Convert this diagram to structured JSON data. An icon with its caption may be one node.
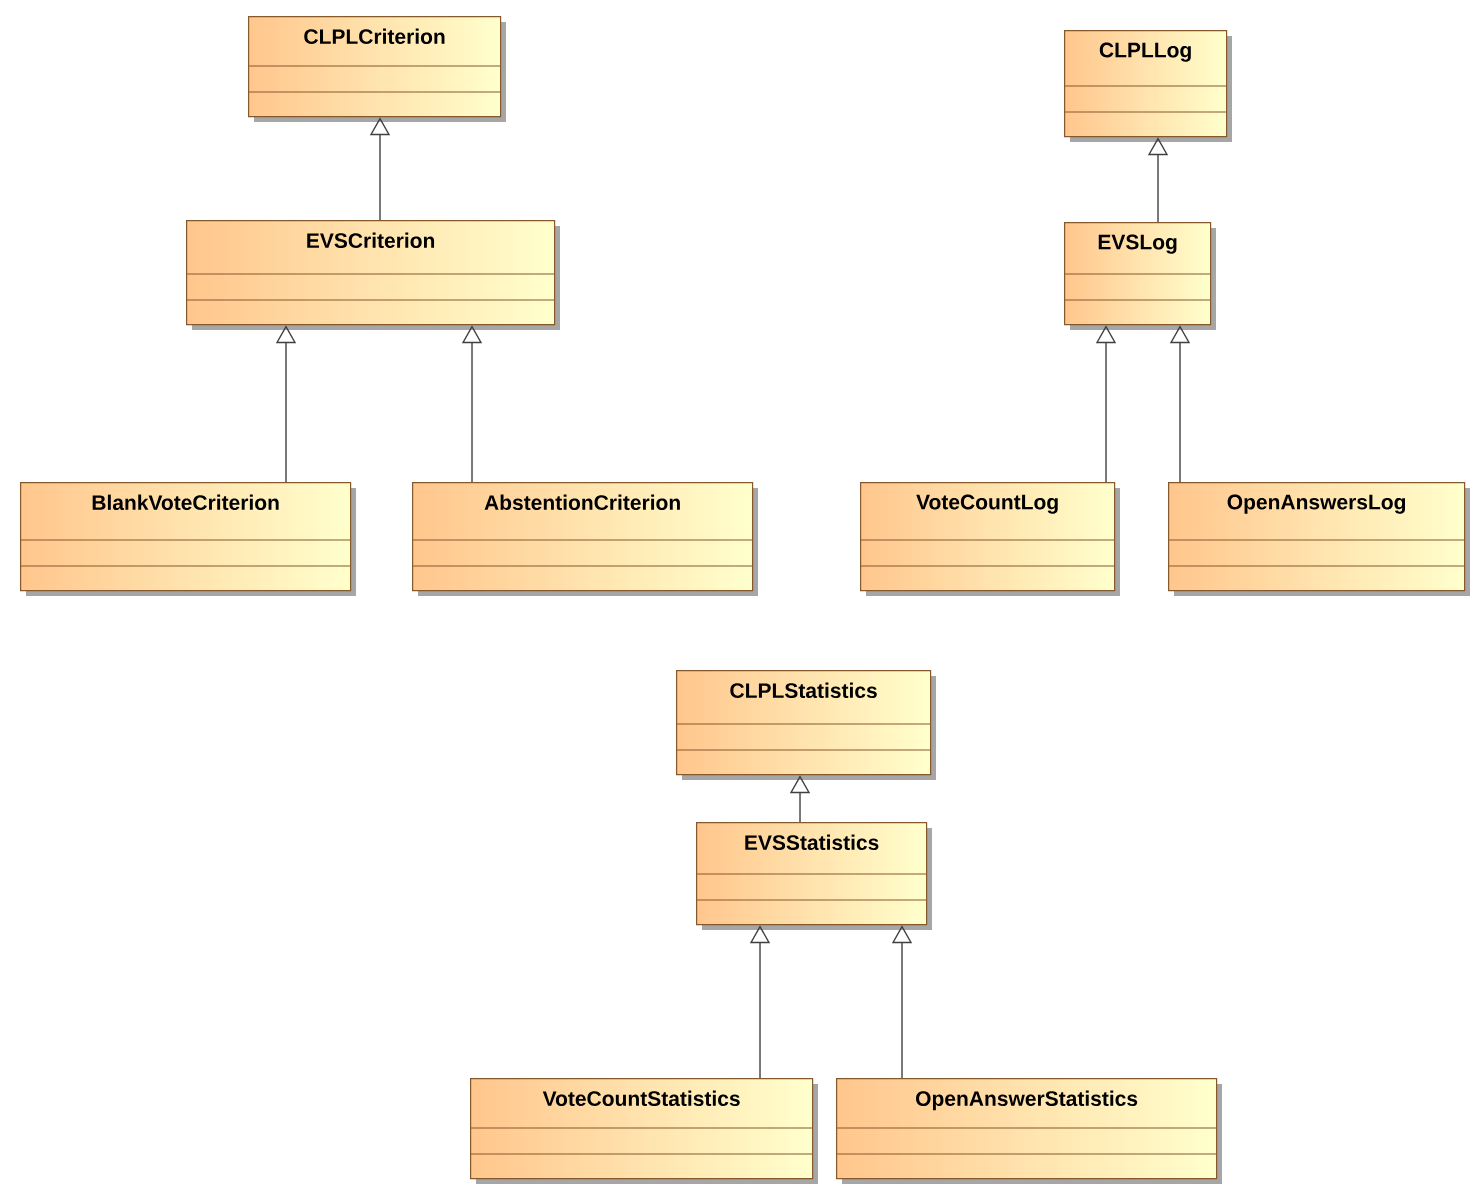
{
  "diagram": {
    "nodes": [
      {
        "text": [
          "CLPLCriterion"
        ]
      },
      {
        "text": [
          "EVSCriterion"
        ]
      },
      {
        "text": [
          "BlankVoteCriterion"
        ]
      },
      {
        "text": [
          "AbstentionCriterion"
        ]
      },
      {
        "text": [
          "CLPLLog"
        ]
      },
      {
        "text": [
          "EVSLog"
        ]
      },
      {
        "text": [
          "VoteCountLog"
        ]
      },
      {
        "text": [
          "OpenAnswersLog"
        ]
      },
      {
        "text": [
          "CLPLStatistics"
        ]
      },
      {
        "text": [
          "EVSStatistics"
        ]
      },
      {
        "text": [
          "VoteCountStatistics"
        ]
      },
      {
        "text": [
          "OpenAnswerStatistics"
        ]
      }
    ],
    "edges": [
      {
        "from": 1,
        "to": 0,
        "arrow": "to"
      },
      {
        "from": 2,
        "to": 1,
        "arrow": "to"
      },
      {
        "from": 3,
        "to": 1,
        "arrow": "to"
      },
      {
        "from": 5,
        "to": 4,
        "arrow": "to"
      },
      {
        "from": 6,
        "to": 5,
        "arrow": "to"
      },
      {
        "from": 7,
        "to": 5,
        "arrow": "to"
      },
      {
        "from": 9,
        "to": 8,
        "arrow": "to"
      },
      {
        "from": 10,
        "to": 9,
        "arrow": "to"
      },
      {
        "from": 11,
        "to": 9,
        "arrow": "to"
      }
    ]
  }
}
